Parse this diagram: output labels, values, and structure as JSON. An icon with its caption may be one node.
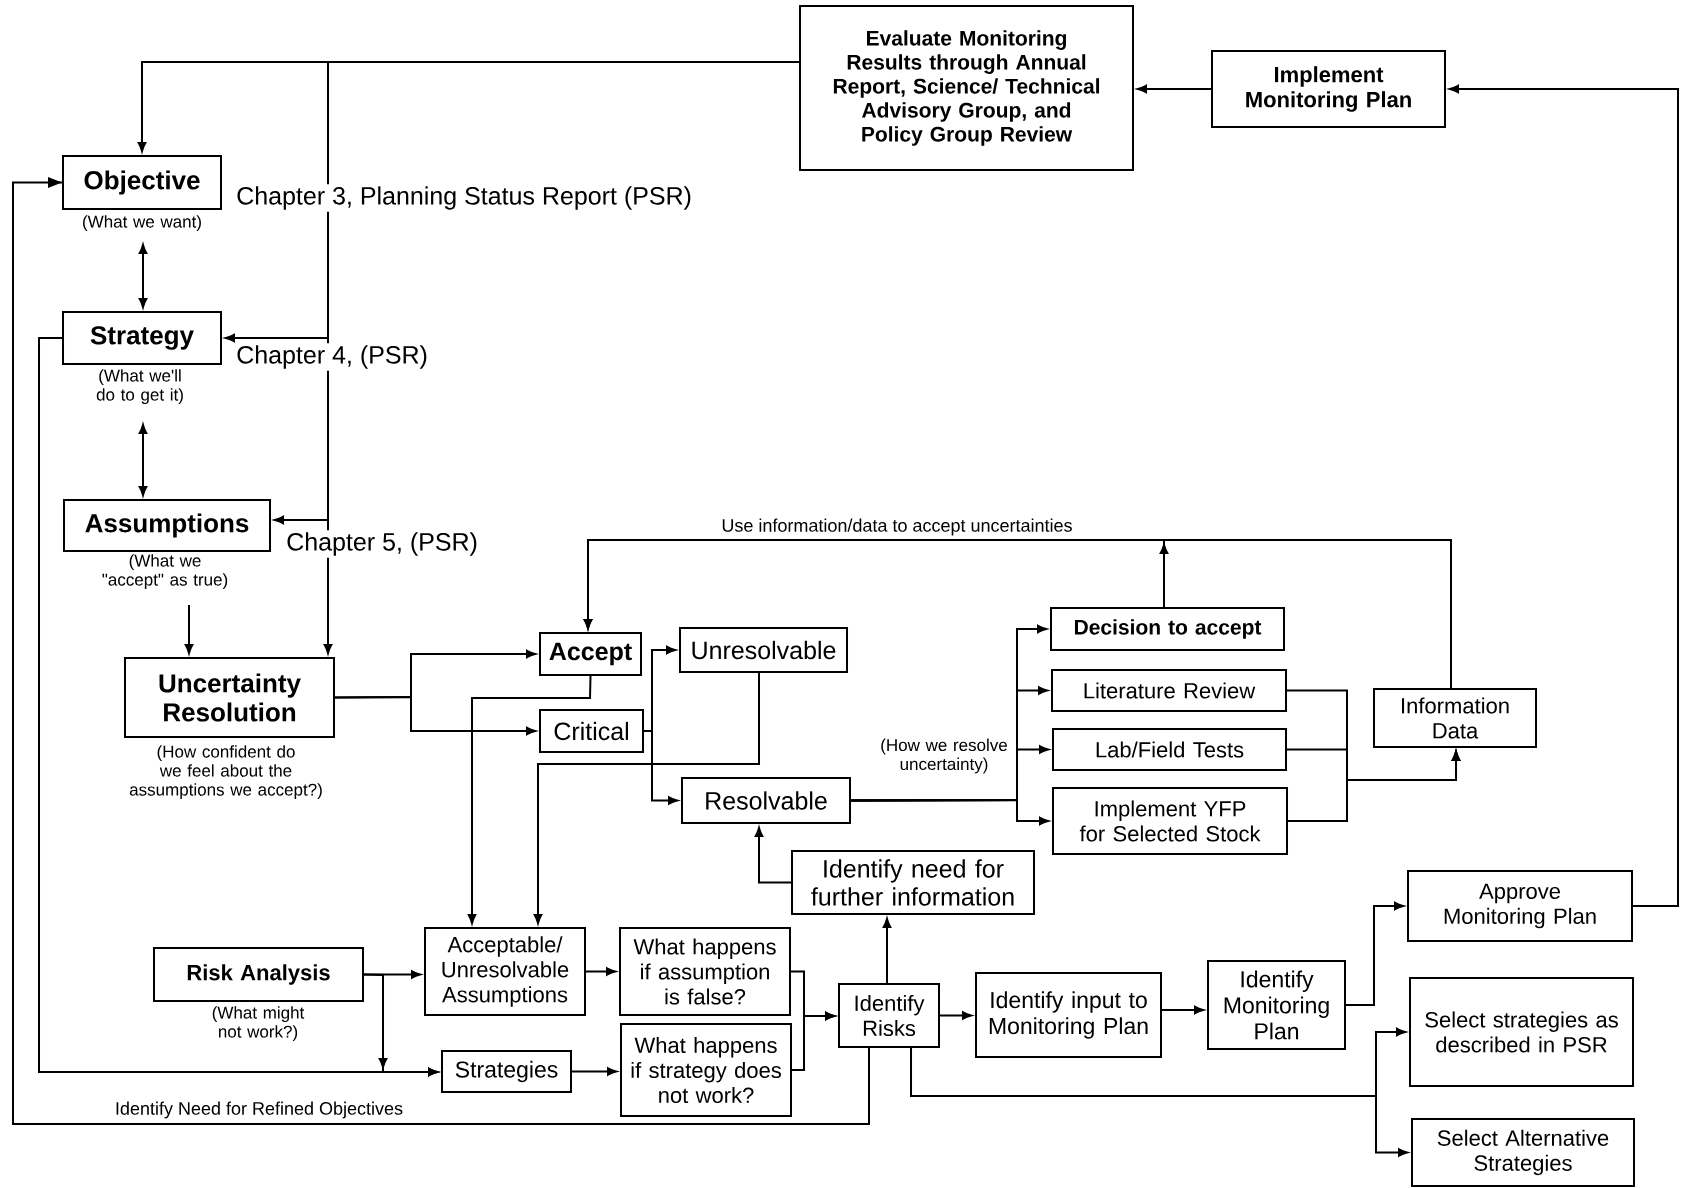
{
  "diagram": {
    "nodes": [
      {
        "text": [
          "Evaluate Monitoring Results through Annual Report, Science/ Technical Advisory Group, and Policy Group Review"
        ]
      },
      {
        "text": [
          "Implement Monitoring Plan"
        ]
      },
      {
        "text": [
          "Objective"
        ],
        "beside": [
          "(What we want)"
        ]
      },
      {
        "text": [
          "Strategy"
        ],
        "beside": [
          "(What we'll do to get it)"
        ]
      },
      {
        "text": [
          "Assumptions"
        ],
        "beside": [
          "(What we \"accept\" as true)"
        ]
      },
      {
        "text": [
          "Uncertainty Resolution"
        ],
        "beside": [
          "(How confident do we feel about the assumptions we accept?)"
        ]
      },
      {
        "text": [
          "Accept"
        ]
      },
      {
        "text": [
          "Critical"
        ]
      },
      {
        "text": [
          "Unresolvable"
        ]
      },
      {
        "text": [
          "Resolvable"
        ]
      },
      {
        "text": [
          "Decision to accept"
        ]
      },
      {
        "text": [
          "Literature Review"
        ]
      },
      {
        "text": [
          "Lab/Field Tests"
        ]
      },
      {
        "text": [
          "Implement YFP for Selected Stock"
        ]
      },
      {
        "text": [
          "Information Data"
        ]
      },
      {
        "text": [
          "Identify need for further information"
        ]
      },
      {
        "text": [
          "Risk Analysis"
        ],
        "beside": [
          "(What might not work?)"
        ]
      },
      {
        "text": [
          "Acceptable/ Unresolvable Assumptions"
        ]
      },
      {
        "text": [
          "Strategies"
        ]
      },
      {
        "text": [
          "What happens if assumption is false?"
        ]
      },
      {
        "text": [
          "What happens if strategy does not work?"
        ]
      },
      {
        "text": [
          "Identify Risks"
        ]
      },
      {
        "text": [
          "Identify input to Monitoring Plan"
        ]
      },
      {
        "text": [
          "Identify Monitoring Plan"
        ]
      },
      {
        "text": [
          "Approve Monitoring Plan"
        ]
      },
      {
        "text": [
          "Select strategies as described in PSR"
        ]
      },
      {
        "text": [
          "Select Alternative Strategies"
        ]
      }
    ],
    "edges": [
      {
        "from": 0,
        "to": 2,
        "arrow": "to"
      },
      {
        "from": 0,
        "to": 3,
        "arrow": "to"
      },
      {
        "from": 0,
        "to": 4,
        "arrow": "to"
      },
      {
        "from": 0,
        "to": 5,
        "arrow": "to"
      },
      {
        "from": 1,
        "to": 0,
        "arrow": "to"
      },
      {
        "from": 24,
        "to": 1,
        "arrow": "to"
      },
      {
        "from": 2,
        "to": 3,
        "arrow": "both"
      },
      {
        "from": 3,
        "to": 4,
        "arrow": "both"
      },
      {
        "from": 4,
        "to": 5,
        "arrow": "to"
      },
      {
        "from": 5,
        "to": 6,
        "arrow": "to"
      },
      {
        "from": 5,
        "to": 7,
        "arrow": "to"
      },
      {
        "from": 6,
        "to": 17,
        "arrow": "to"
      },
      {
        "from": 7,
        "to": 8,
        "arrow": "to"
      },
      {
        "from": 7,
        "to": 9,
        "arrow": "to"
      },
      {
        "from": 8,
        "to": 17,
        "arrow": "to"
      },
      {
        "from": 9,
        "to": 10,
        "arrow": "to"
      },
      {
        "from": 9,
        "to": 11,
        "arrow": "to"
      },
      {
        "from": 9,
        "to": 12,
        "arrow": "to"
      },
      {
        "from": 9,
        "to": 13,
        "arrow": "to"
      },
      {
        "from": 10,
        "to": 6,
        "arrow": "to"
      },
      {
        "from": 14,
        "to": 6,
        "arrow": "to",
        "label": "Use information/data to accept uncertainties"
      },
      {
        "from": 11,
        "to": 14,
        "arrow": "to"
      },
      {
        "from": 12,
        "to": 14,
        "arrow": "to"
      },
      {
        "from": 13,
        "to": 14,
        "arrow": "to"
      },
      {
        "from": 15,
        "to": 9,
        "arrow": "to"
      },
      {
        "from": 21,
        "to": 15,
        "arrow": "to"
      },
      {
        "from": 16,
        "to": 17,
        "arrow": "to"
      },
      {
        "from": 16,
        "to": 18,
        "arrow": "to"
      },
      {
        "from": 3,
        "to": 18,
        "arrow": "to"
      },
      {
        "from": 17,
        "to": 19,
        "arrow": "to"
      },
      {
        "from": 18,
        "to": 20,
        "arrow": "to"
      },
      {
        "from": 19,
        "to": 21,
        "arrow": "to"
      },
      {
        "from": 20,
        "to": 21,
        "arrow": "to"
      },
      {
        "from": 21,
        "to": 22,
        "arrow": "to"
      },
      {
        "from": 22,
        "to": 23,
        "arrow": "to"
      },
      {
        "from": 23,
        "to": 24,
        "arrow": "to"
      },
      {
        "from": 21,
        "to": 25,
        "arrow": "to"
      },
      {
        "from": 21,
        "to": 26,
        "arrow": "to"
      },
      {
        "from": 21,
        "to": 2,
        "arrow": "to",
        "label": "Identify Need for Refined Objectives"
      }
    ],
    "labels": [
      "Chapter 3, Planning Status Report (PSR)",
      "Chapter 4, (PSR)",
      "Chapter 5, (PSR)",
      "(How we resolve uncertainty)"
    ]
  }
}
